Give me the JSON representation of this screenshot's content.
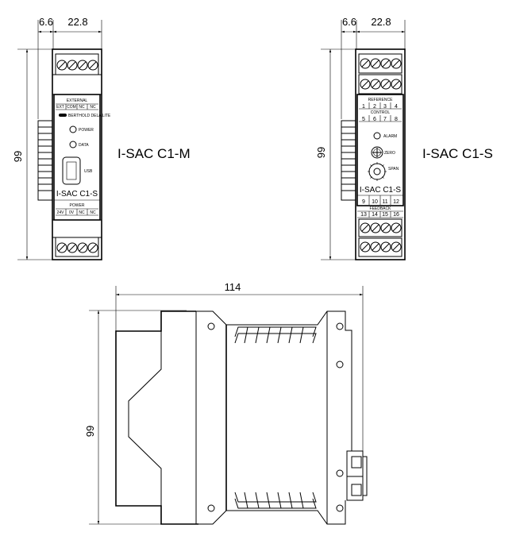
{
  "left_view": {
    "dim_depth_offset": "6.6",
    "dim_width": "22.8",
    "dim_height": "99",
    "model_label": "I-SAC C1-M",
    "top_label": "EXTERNAL",
    "top_terminals": [
      "EXT",
      "COM",
      "NC",
      "NC"
    ],
    "brand": "BERTHOLD DELA LITE",
    "led_power": "POWER",
    "led_data": "DATA",
    "usb_label": "USB",
    "front_model": "I-SAC C1-S",
    "bottom_label": "POWER",
    "bottom_terminals": [
      "24V",
      "0V",
      "NC",
      "NC"
    ]
  },
  "right_view": {
    "dim_depth_offset": "6.6",
    "dim_width": "22.8",
    "dim_height": "99",
    "model_label": "I-SAC C1-S",
    "reference_label": "REFERENCE",
    "reference_terminals": [
      "1",
      "2",
      "3",
      "4"
    ],
    "control_label": "CONTROL",
    "control_terminals": [
      "5",
      "6",
      "7",
      "8"
    ],
    "led_alarm": "ALARM",
    "zero_label": "ZERO",
    "span_label": "SPAN",
    "front_model": "I-SAC C1-S",
    "lower_terminals_a": [
      "9",
      "10",
      "11",
      "12"
    ],
    "feedback_label": "FEEDBACK",
    "lower_terminals_b": [
      "13",
      "14",
      "15",
      "16"
    ]
  },
  "side_view": {
    "dim_length": "114",
    "dim_height": "99"
  }
}
